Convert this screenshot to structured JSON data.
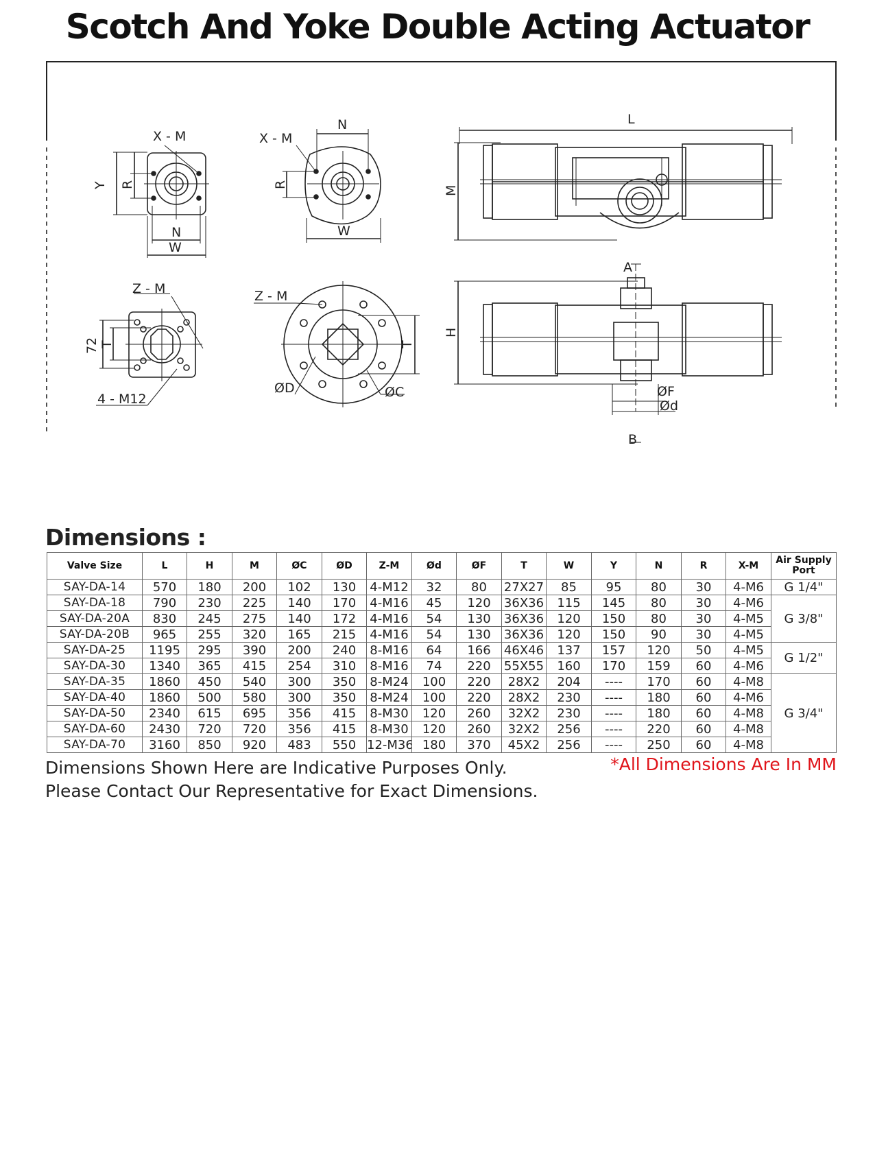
{
  "title": "Scotch And Yoke Double Acting Actuator",
  "drawing_labels": {
    "xm": "X - M",
    "y": "Y",
    "r": "R",
    "n": "N",
    "w": "W",
    "zm": "Z - M",
    "h72": "72",
    "t": "T",
    "m12": "4 - M12",
    "od": "ØD",
    "oc": "ØC",
    "l": "L",
    "m": "M",
    "a": "A",
    "b": "B",
    "h": "H",
    "of": "ØF",
    "osd": "Ød"
  },
  "dimensions_heading": "Dimensions :",
  "table": {
    "headers": [
      "Valve Size",
      "L",
      "H",
      "M",
      "ØC",
      "ØD",
      "Z-M",
      "Ød",
      "ØF",
      "T",
      "W",
      "Y",
      "N",
      "R",
      "X-M",
      "Air Supply Port"
    ],
    "rows": [
      [
        "SAY-DA-14",
        "570",
        "180",
        "200",
        "102",
        "130",
        "4-M12",
        "32",
        "80",
        "27X27",
        "85",
        "95",
        "80",
        "30",
        "4-M6"
      ],
      [
        "SAY-DA-18",
        "790",
        "230",
        "225",
        "140",
        "170",
        "4-M16",
        "45",
        "120",
        "36X36",
        "115",
        "145",
        "80",
        "30",
        "4-M6"
      ],
      [
        "SAY-DA-20A",
        "830",
        "245",
        "275",
        "140",
        "172",
        "4-M16",
        "54",
        "130",
        "36X36",
        "120",
        "150",
        "80",
        "30",
        "4-M5"
      ],
      [
        "SAY-DA-20B",
        "965",
        "255",
        "320",
        "165",
        "215",
        "4-M16",
        "54",
        "130",
        "36X36",
        "120",
        "150",
        "90",
        "30",
        "4-M5"
      ],
      [
        "SAY-DA-25",
        "1195",
        "295",
        "390",
        "200",
        "240",
        "8-M16",
        "64",
        "166",
        "46X46",
        "137",
        "157",
        "120",
        "50",
        "4-M5"
      ],
      [
        "SAY-DA-30",
        "1340",
        "365",
        "415",
        "254",
        "310",
        "8-M16",
        "74",
        "220",
        "55X55",
        "160",
        "170",
        "159",
        "60",
        "4-M6"
      ],
      [
        "SAY-DA-35",
        "1860",
        "450",
        "540",
        "300",
        "350",
        "8-M24",
        "100",
        "220",
        "28X2",
        "204",
        "----",
        "170",
        "60",
        "4-M8"
      ],
      [
        "SAY-DA-40",
        "1860",
        "500",
        "580",
        "300",
        "350",
        "8-M24",
        "100",
        "220",
        "28X2",
        "230",
        "----",
        "180",
        "60",
        "4-M6"
      ],
      [
        "SAY-DA-50",
        "2340",
        "615",
        "695",
        "356",
        "415",
        "8-M30",
        "120",
        "260",
        "32X2",
        "230",
        "----",
        "180",
        "60",
        "4-M8"
      ],
      [
        "SAY-DA-60",
        "2430",
        "720",
        "720",
        "356",
        "415",
        "8-M30",
        "120",
        "260",
        "32X2",
        "256",
        "----",
        "220",
        "60",
        "4-M8"
      ],
      [
        "SAY-DA-70",
        "3160",
        "850",
        "920",
        "483",
        "550",
        "12-M36",
        "180",
        "370",
        "45X2",
        "256",
        "----",
        "250",
        "60",
        "4-M8"
      ]
    ],
    "ports": [
      {
        "label": "G 1/4\"",
        "span": 1
      },
      {
        "label": "G 3/8\"",
        "span": 3
      },
      {
        "label": "G 1/2\"",
        "span": 2
      },
      {
        "label": "G 3/4\"",
        "span": 5
      }
    ]
  },
  "note_line1": "Dimensions Shown Here are Indicative Purposes Only.",
  "note_line2": "Please Contact Our Representative for Exact Dimensions.",
  "note_red": "*All Dimensions Are In MM"
}
